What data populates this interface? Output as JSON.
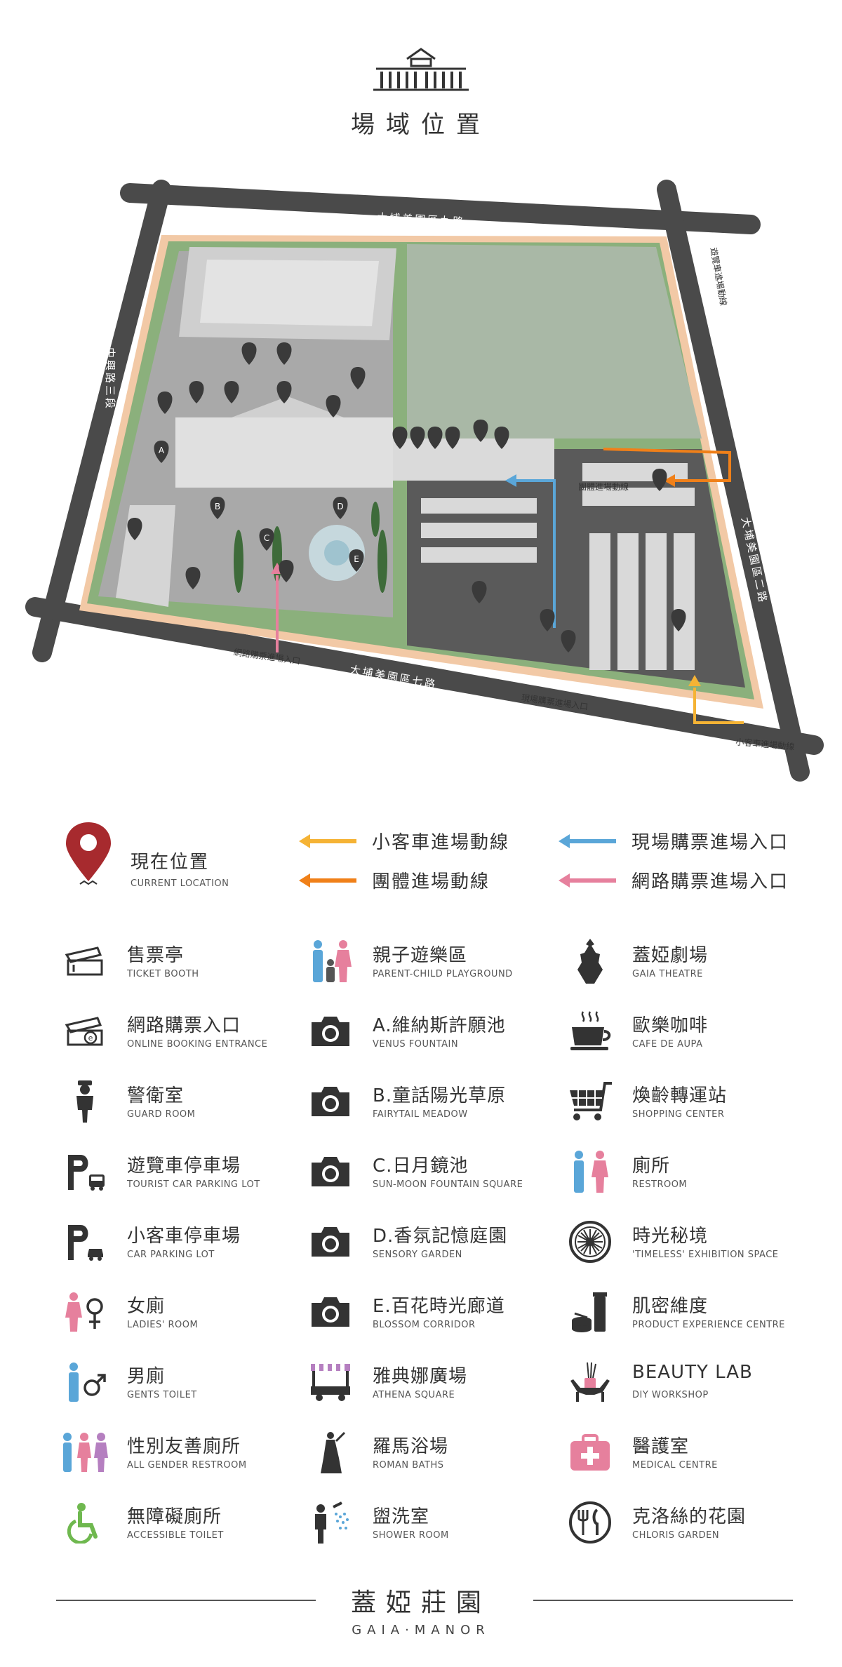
{
  "header": {
    "title": "場域位置"
  },
  "map": {
    "roads": {
      "north": "大埔美園區九路",
      "west": "中興路三段",
      "east": "大埔美園區二路",
      "south": "大埔美園區七路"
    },
    "annotations": {
      "tour_route": "遊覽車進場動線",
      "group_entrance": "團體進場動線",
      "online_entrance": "網路購票進場入口",
      "onsite_entrance": "現場購票進場入口",
      "car_entrance": "小客車進場動線"
    },
    "markers": {
      "a": "A",
      "b": "B",
      "c": "C",
      "d": "D",
      "e": "E"
    }
  },
  "routes": [
    {
      "label": "現在位置",
      "en": "CURRENT LOCATION"
    },
    {
      "label": "小客車進場動線",
      "color": "#f5b335"
    },
    {
      "label": "團體進場動線",
      "color": "#f08019"
    },
    {
      "label": "現場購票進場入口",
      "color": "#5aa6d8"
    },
    {
      "label": "網路購票進場入口",
      "color": "#e6809d"
    }
  ],
  "legend": {
    "col1": [
      {
        "zh": "售票亭",
        "en": "TICKET BOOTH",
        "icon": "ticket-icon"
      },
      {
        "zh": "網路購票入口",
        "en": "ONLINE BOOKING ENTRANCE",
        "icon": "online-ticket-icon"
      },
      {
        "zh": "警衛室",
        "en": "GUARD ROOM",
        "icon": "guard-icon"
      },
      {
        "zh": "遊覽車停車場",
        "en": "TOURIST CAR PARKING LOT",
        "icon": "bus-parking-icon"
      },
      {
        "zh": "小客車停車場",
        "en": "CAR PARKING LOT",
        "icon": "car-parking-icon"
      },
      {
        "zh": "女廁",
        "en": "LADIES' ROOM",
        "icon": "female-toilet-icon"
      },
      {
        "zh": "男廁",
        "en": "GENTS TOILET",
        "icon": "male-toilet-icon"
      },
      {
        "zh": "性別友善廁所",
        "en": "ALL GENDER RESTROOM",
        "icon": "all-gender-icon"
      },
      {
        "zh": "無障礙廁所",
        "en": "ACCESSIBLE TOILET",
        "icon": "wheelchair-icon"
      }
    ],
    "col2": [
      {
        "zh": "親子遊樂區",
        "en": "PARENT-CHILD PLAYGROUND",
        "icon": "family-icon"
      },
      {
        "zh": "A.維納斯許願池",
        "en": "VENUS FOUNTAIN",
        "icon": "camera-icon"
      },
      {
        "zh": "B.童話陽光草原",
        "en": "FAIRYTAIL MEADOW",
        "icon": "camera-icon"
      },
      {
        "zh": "C.日月鏡池",
        "en": "SUN-MOON FOUNTAIN SQUARE",
        "icon": "camera-icon"
      },
      {
        "zh": "D.香氛記憶庭園",
        "en": "SENSORY GARDEN",
        "icon": "camera-icon"
      },
      {
        "zh": "E.百花時光廊道",
        "en": "BLOSSOM CORRIDOR",
        "icon": "camera-icon"
      },
      {
        "zh": "雅典娜廣場",
        "en": "ATHENA SQUARE",
        "icon": "cart-stall-icon"
      },
      {
        "zh": "羅馬浴場",
        "en": "ROMAN BATHS",
        "icon": "statue-icon"
      },
      {
        "zh": "盥洗室",
        "en": "SHOWER ROOM",
        "icon": "shower-icon"
      }
    ],
    "col3": [
      {
        "zh": "蓋婭劇場",
        "en": "GAIA THEATRE",
        "icon": "theatre-icon"
      },
      {
        "zh": "歐樂咖啡",
        "en": "CAFE DE AUPA",
        "icon": "coffee-icon"
      },
      {
        "zh": "煥齡轉運站",
        "en": "SHOPPING CENTER",
        "icon": "shopping-cart-icon"
      },
      {
        "zh": "廁所",
        "en": "RESTROOM",
        "icon": "restroom-icon"
      },
      {
        "zh": "時光秘境",
        "en": "'TIMELESS' EXHIBITION SPACE",
        "icon": "timeless-icon"
      },
      {
        "zh": "肌密維度",
        "en": "PRODUCT EXPERIENCE CENTRE",
        "icon": "product-icon"
      },
      {
        "zh": "BEAUTY LAB",
        "en": "DIY WORKSHOP",
        "icon": "beauty-lab-icon"
      },
      {
        "zh": "醫護室",
        "en": "MEDICAL CENTRE",
        "icon": "medical-icon"
      },
      {
        "zh": "克洛絲的花園",
        "en": "CHLORIS GARDEN",
        "icon": "restaurant-icon"
      }
    ]
  },
  "footer": {
    "zh": "蓋婭莊園",
    "en": "GAIA·MANOR"
  }
}
